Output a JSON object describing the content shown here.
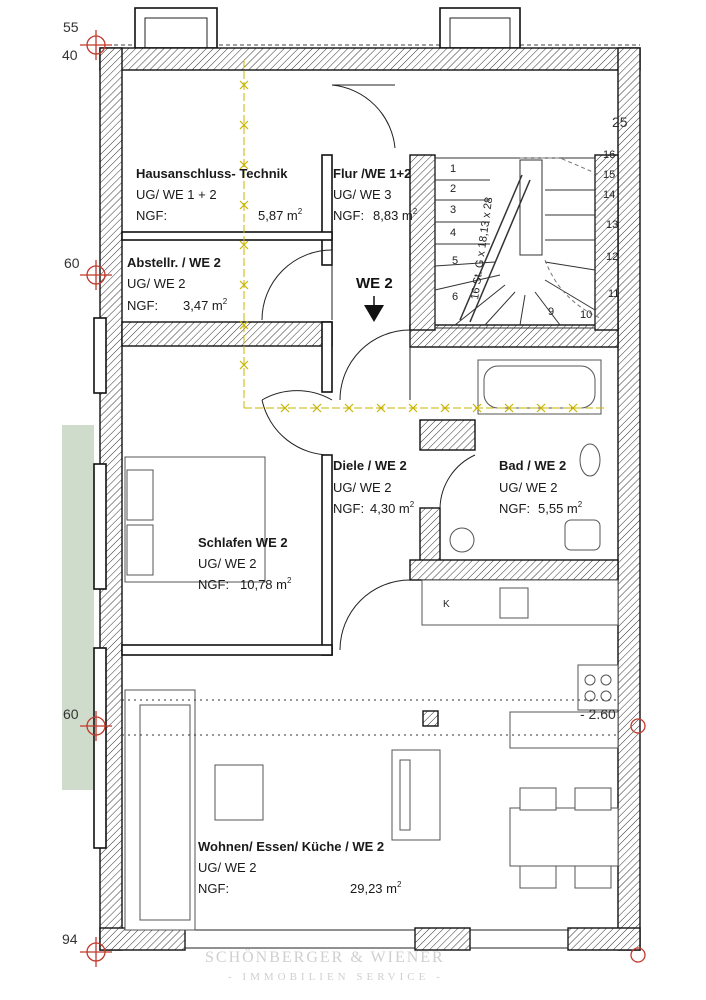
{
  "unit_label": "WE 2",
  "rooms": [
    {
      "name": "Hausanschluss- Technik",
      "unit": "UG/ WE 1 + 2",
      "ngf_label": "NGF:",
      "area": "5,87 m",
      "sup": "2"
    },
    {
      "name": "Flur /WE 1+2",
      "unit": "UG/ WE 3",
      "ngf_label": "NGF:",
      "area": "8,83 m",
      "sup": "2"
    },
    {
      "name": "Abstellr. / WE 2",
      "unit": "UG/ WE 2",
      "ngf_label": "NGF:",
      "area": "3,47 m",
      "sup": "2"
    },
    {
      "name": "Diele / WE 2",
      "unit": "UG/ WE 2",
      "ngf_label": "NGF:",
      "area": "4,30 m",
      "sup": "2"
    },
    {
      "name": "Bad / WE 2",
      "unit": "UG/ WE 2",
      "ngf_label": "NGF:",
      "area": "5,55 m",
      "sup": "2"
    },
    {
      "name": "Schlafen WE 2",
      "unit": "UG/ WE 2",
      "ngf_label": "NGF:",
      "area": "10,78 m",
      "sup": "2"
    },
    {
      "name": "Wohnen/ Essen/ Küche / WE 2",
      "unit": "UG/ WE 2",
      "ngf_label": "NGF:",
      "area": "29,23 m",
      "sup": "2"
    }
  ],
  "dimensions": {
    "top_left_a": "55",
    "top_left_b": "40",
    "left_mid": "60",
    "left_low": "60",
    "bottom_left": "94",
    "top_right": "25",
    "level": "- 2.60"
  },
  "stair": {
    "annotation": "16 St. G x 18,13 x 28",
    "steps": [
      "1",
      "2",
      "3",
      "4",
      "5",
      "6",
      "9",
      "10",
      "11",
      "12",
      "13",
      "14",
      "15",
      "16"
    ]
  },
  "kitchen_label": "K",
  "watermark": {
    "name": "SCHÖNBERGER & WIENER",
    "sub": "- IMMOBILIEN SERVICE -"
  },
  "colors": {
    "wall": "#111111",
    "axis": "#c8b400",
    "marker": "#c0392b",
    "garden": "#cfdccb"
  }
}
